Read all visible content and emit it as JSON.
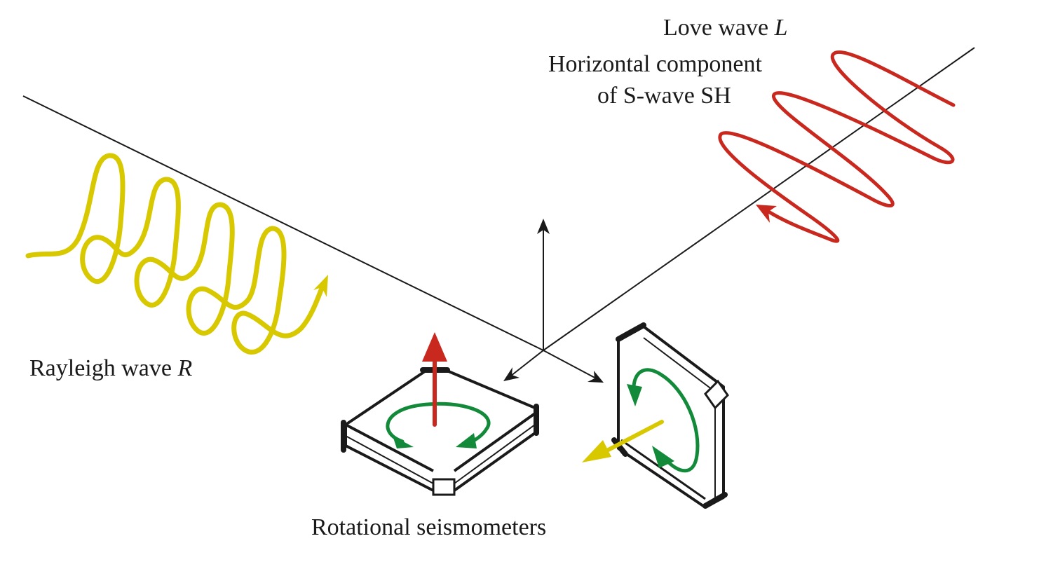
{
  "labels": {
    "love_wave_text": "Love wave",
    "love_wave_symbol": "L",
    "sh_line1": "Horizontal component",
    "sh_line2": "of S-wave SH",
    "rayleigh_text": "Rayleigh wave",
    "rayleigh_symbol": "R",
    "rotational": "Rotational seismometers"
  },
  "colors": {
    "rayleigh": "#d8c800",
    "love": "#c8281e",
    "rotation": "#128a3a",
    "axis": "#1a1a1a",
    "instrument": "#1a1a1a"
  }
}
